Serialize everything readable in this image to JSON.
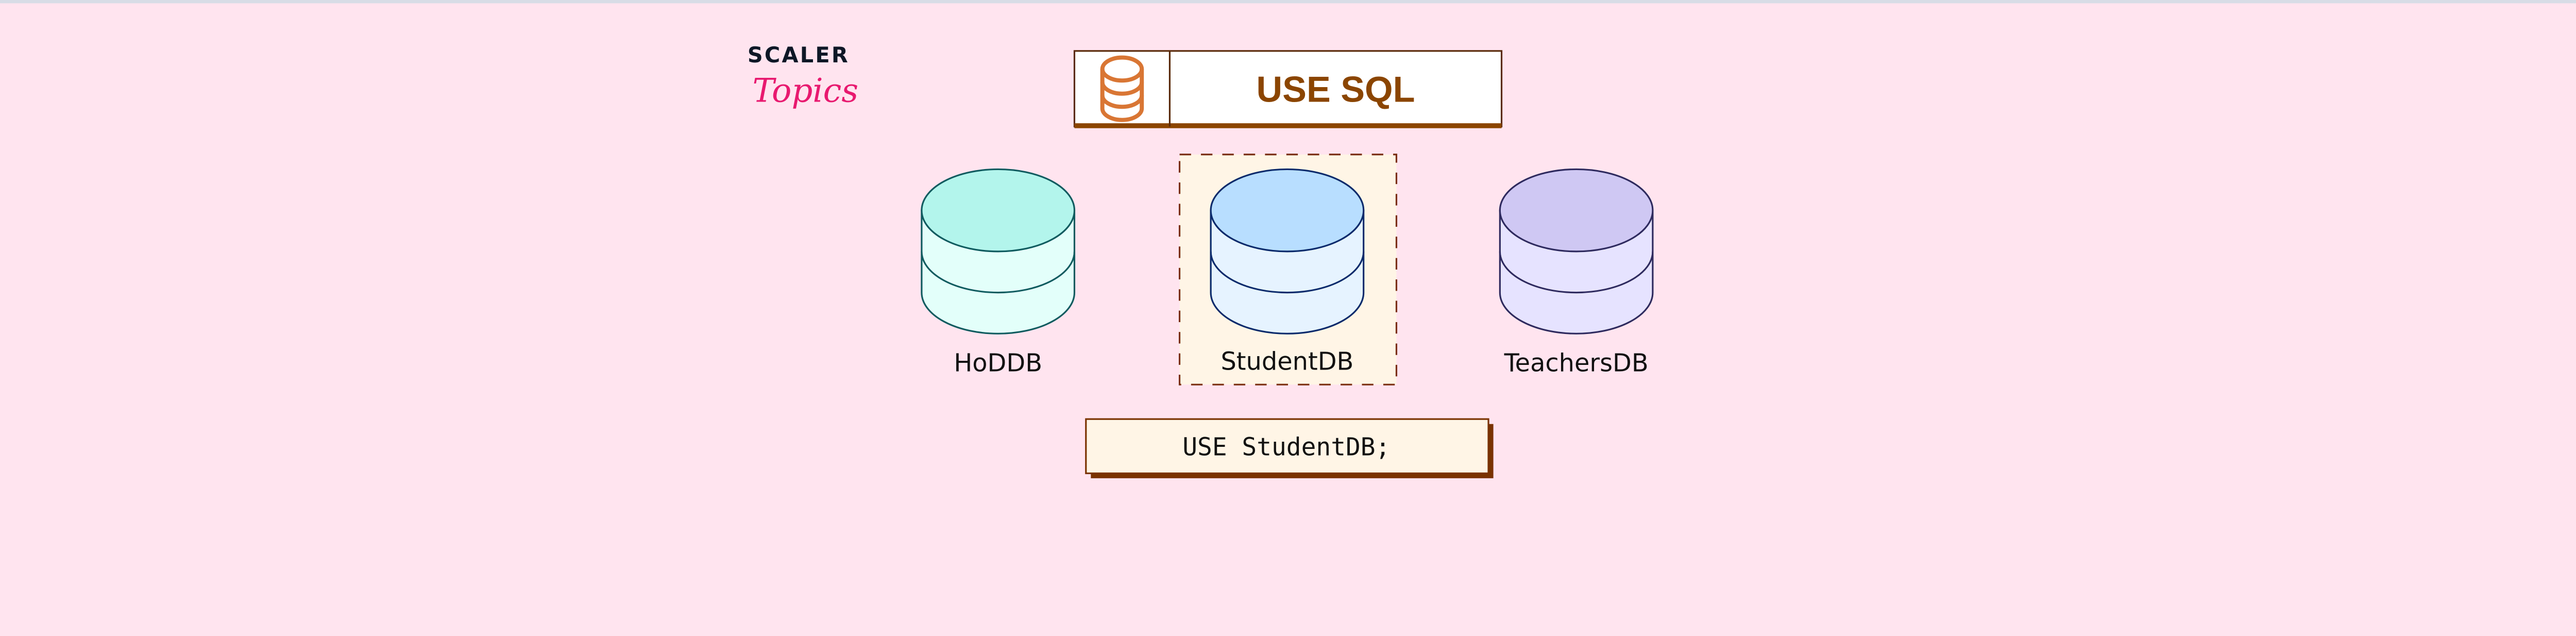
{
  "logo": {
    "line1": "SCALER",
    "line2": "Topics"
  },
  "header": {
    "title": "USE SQL",
    "icon": "database-icon"
  },
  "databases": [
    {
      "name": "HoDDB",
      "top": "#B3F5EC",
      "body": "#E3FFFA",
      "stroke": "#0F5B5F",
      "selected": false
    },
    {
      "name": "StudentDB",
      "top": "#B8DEFF",
      "body": "#E6F3FF",
      "stroke": "#0A2A6B",
      "selected": true
    },
    {
      "name": "TeachersDB",
      "top": "#CFC8F3",
      "body": "#E6E3FF",
      "stroke": "#2E2A5E",
      "selected": false
    }
  ],
  "command": "USE StudentDB;",
  "colors": {
    "background": "#FFE4EF",
    "accent": "#8B4500",
    "icon": "#D97634",
    "highlight": "#FFF5E6"
  }
}
